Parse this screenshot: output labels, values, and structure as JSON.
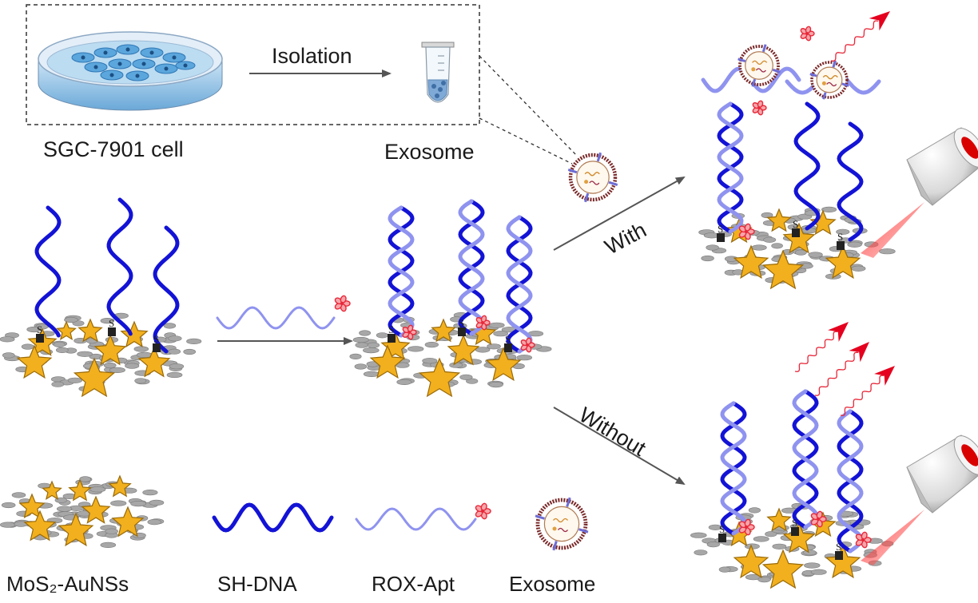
{
  "labels": {
    "isolation": "Isolation",
    "cell": "SGC-7901 cell",
    "exosome_top": "Exosome",
    "with": "With",
    "without": "Without"
  },
  "legend": {
    "items": [
      {
        "label": "MoS₂-AuNSs",
        "icon": "mos2-aunss-platform"
      },
      {
        "label": "SH-DNA",
        "icon": "blue-helix"
      },
      {
        "label": "ROX-Apt",
        "icon": "rox-aptamer"
      },
      {
        "label": "Exosome",
        "icon": "exosome-vesicle"
      }
    ]
  },
  "icons": {
    "petri_dish": "petri-dish-icon",
    "tube": "centrifuge-tube-icon",
    "laser": "laser-source-icon",
    "emission": "red-fluorescence-arrow-icon",
    "thiol": "S"
  },
  "colors": {
    "dna_dark": "#1313d6",
    "dna_light": "#8f93ef",
    "gold_star": "#f2b01e",
    "gold_star_edge": "#9a6a08",
    "mos2_grey": "#a7a7a7",
    "fluor_red": "#e8283a",
    "exo_membrane": "#7a2a2a",
    "laser_red": "#d90000"
  }
}
